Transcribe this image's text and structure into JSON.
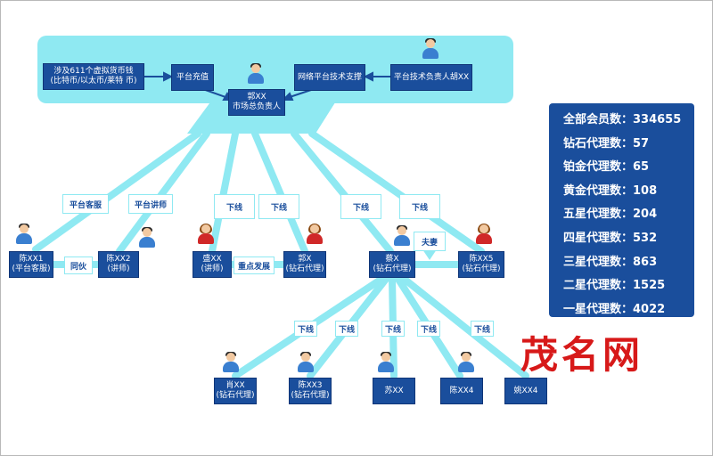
{
  "top": {
    "crypto_l1": "涉及611个虚拟货币钱",
    "crypto_l2": "(比特币/以太币/莱特 币)",
    "recharge": "平台充值",
    "network_support": "网络平台技术支撑",
    "tech_head": "平台技术负责人胡XX",
    "chief_name": "郭XX",
    "chief_role": "市场总负责人"
  },
  "edge_labels": {
    "service": "平台客服",
    "lecturer": "平台讲师",
    "down1": "下线",
    "down2": "下线",
    "down3": "下线",
    "down4": "下线",
    "partner": "同伙",
    "focus": "重点发展",
    "spouse": "夫妻",
    "down5": "下线",
    "down6": "下线",
    "down7": "下线",
    "down8": "下线",
    "down9": "下线"
  },
  "people": {
    "chen1_name": "陈XX1",
    "chen1_role": "(平台客服)",
    "chen2_name": "陈XX2",
    "chen2_role": "(讲师)",
    "sheng_name": "盛XX",
    "sheng_role": "(讲师)",
    "guo_name": "郭X",
    "guo_role": "(钻石代理)",
    "cai_name": "蔡X",
    "cai_role": "(钻石代理)",
    "chen5_name": "陈XX5",
    "chen5_role": "(钻石代理)",
    "xiao_name": "肖XX",
    "xiao_role": "(钻石代理)",
    "chen3_name": "陈XX3",
    "chen3_role": "(钻石代理)",
    "su_name": "苏XX",
    "chen4_name": "陈XX4",
    "yao_name": "姚XX4"
  },
  "stats": [
    "全部会员数：334655",
    "钻石代理数：57",
    "铂金代理数：65",
    "黄金代理数：108",
    "五星代理数：204",
    "四星代理数：532",
    "三星代理数：863",
    "二星代理数：1525",
    "一星代理数：4022"
  ],
  "brand": "茂名网",
  "colors": {
    "node": "#1a4e9c",
    "connector": "#8fe9f2",
    "top_panel": "#8fe9f2",
    "brand": "#d71919"
  }
}
